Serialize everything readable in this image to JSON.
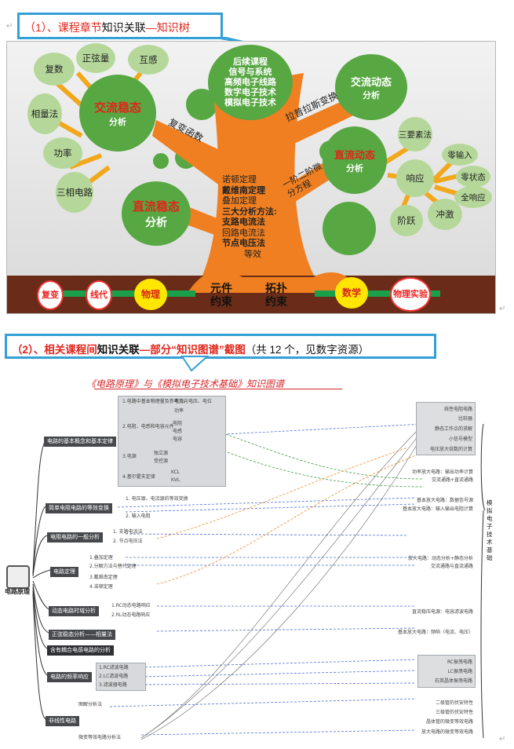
{
  "callout1": {
    "prefix": "（1）、",
    "red1": "课程章节",
    "black": "知识关联",
    "red2": "—知识树"
  },
  "callout2": {
    "prefix": "（2）、",
    "red1": "相关课程间",
    "black": "知识关联",
    "red2": "—部分“知识图谱”截图",
    "rest": "（共 12 个，见数字资源）"
  },
  "tree": {
    "satellites_left": [
      "复数",
      "正弦量",
      "互感",
      "相量法",
      "功率",
      "三相电路"
    ],
    "ac_steady": {
      "title": "交流稳态",
      "sub": "分析"
    },
    "dc_steady": {
      "title": "直流稳态",
      "sub": "分析"
    },
    "ac_dynamic": {
      "title": "交流动态",
      "sub": "分析"
    },
    "dc_dynamic": {
      "title": "直流动态",
      "sub": "分析"
    },
    "followup": [
      "后续课程",
      "信号与系统",
      "高频电子线路",
      "数字电子技术",
      "模拟电子技术"
    ],
    "branch_labels": [
      "复变函数",
      "拉普拉斯变换",
      "一阶二阶微分方程"
    ],
    "trunk_text": [
      "诺顿定理",
      "戴维南定理",
      "叠加定理",
      "三大分析方法:",
      "支路电流法",
      "回路电流法",
      "节点电压法",
      "等效"
    ],
    "right_small": [
      "三要素法",
      "响应",
      "阶跃",
      "冲激",
      "零输入",
      "零状态",
      "全响应"
    ],
    "roots": {
      "left": [
        "复变",
        "线代"
      ],
      "left_yellow": "物理",
      "mid1": "元件约束",
      "mid2": "拓扑约束",
      "right_yellow": "数学",
      "right": "物理实验"
    }
  },
  "mindmap": {
    "title": "《电路原理》与《模拟电子技术基础》知识图谱",
    "root": "电路原理",
    "right_root": "模拟电子技术基础",
    "left_nodes": [
      "电路的基本概念和基本定律",
      "简单电阻电路的等效变换",
      "电阻电路的一般分析",
      "电路定理",
      "动态电路时域分析",
      "正弦稳态分析——相量法",
      "含有耦合电感电路的分析",
      "电路的频率响应",
      "非线性电路"
    ],
    "box1": [
      "1.电路中基本物理量及参考方向",
      "2.电阻、电感和电容元件",
      "3.电源",
      "4.基尔霍夫定律"
    ],
    "box1_right": [
      "电流、电压、电位",
      "功率",
      "电阻",
      "电感",
      "电容",
      "独立源",
      "受控源",
      "KCL",
      "KVL"
    ],
    "equiv": [
      "1. 电压源、电流源的等效变换",
      "2. 输入电阻"
    ],
    "general": [
      "1. 支路电流法",
      "2. 节点电压法"
    ],
    "theorems": [
      "1.叠加定理",
      "2.分解方法与替代定理",
      "3.戴维南定理",
      "4.诺顿定理"
    ],
    "dynamic": [
      "1.RC动态电路响应",
      "2.RL动态电路响应"
    ],
    "freq": [
      "1.RC滤波电路",
      "2.LC滤波电路",
      "3.滤波器电路"
    ],
    "nonlinear": [
      "图解分析法",
      "微变等效电路分析法"
    ],
    "right_box1": [
      "线性电阻电路",
      "比较器",
      "静态工作点的求解",
      "小信号模型",
      "电压放大倍数的计算"
    ],
    "right_mid": [
      "功率放大电路：输出功率计算",
      "交流通路+直流通路",
      "基本放大电路：数据信号源",
      "基本放大电路：输入输出电阻计算",
      "放大电路：动态分析+静态分析",
      "交流通路与直流通路",
      "直流稳压电源：电容滤波电路",
      "基本放大电路：频响（电流、电压）"
    ],
    "right_box2": [
      "RC振荡电路",
      "LC振荡电路",
      "石英晶体振荡电路"
    ],
    "right_bottom": [
      "二极管的伏安特性",
      "三极管的伏安特性",
      "晶体管的微变等效电路",
      "放大电路的微变等效电路"
    ]
  }
}
